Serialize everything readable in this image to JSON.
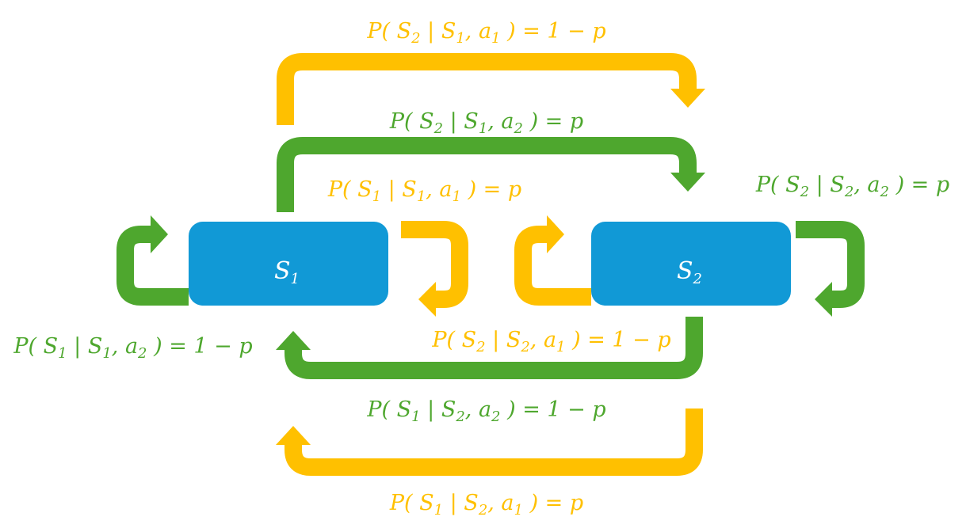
{
  "colors": {
    "state_fill": "#1199D6",
    "action_a1": "#FFC000",
    "action_a2": "#4EA72E",
    "state_text": "#FFFFFF"
  },
  "states": [
    {
      "sym": "S",
      "sub": "1"
    },
    {
      "sym": "S",
      "sub": "2"
    }
  ],
  "transitions": [
    {
      "id": "s2_s1_a1",
      "color": "action_a1",
      "pre": "P( S",
      "s1": "2",
      "mid": " | S",
      "s2": "1",
      "mid2": ", a",
      "s3": "1",
      "post": " ) = 1 − p"
    },
    {
      "id": "s2_s1_a2",
      "color": "action_a2",
      "pre": "P( S",
      "s1": "2",
      "mid": " | S",
      "s2": "1",
      "mid2": ", a",
      "s3": "2",
      "post": " ) = p"
    },
    {
      "id": "s1_s1_a1",
      "color": "action_a1",
      "pre": "P( S",
      "s1": "1",
      "mid": " | S",
      "s2": "1",
      "mid2": ", a",
      "s3": "1",
      "post": " ) = p"
    },
    {
      "id": "s2_s2_a2",
      "color": "action_a2",
      "pre": "P( S",
      "s1": "2",
      "mid": " | S",
      "s2": "2",
      "mid2": ", a",
      "s3": "2",
      "post": " ) = p"
    },
    {
      "id": "s1_s1_a2",
      "color": "action_a2",
      "pre": "P( S",
      "s1": "1",
      "mid": " | S",
      "s2": "1",
      "mid2": ", a",
      "s3": "2",
      "post": " ) = 1 − p"
    },
    {
      "id": "s2_s2_a1",
      "color": "action_a1",
      "pre": "P( S",
      "s1": "2",
      "mid": " | S",
      "s2": "2",
      "mid2": ", a",
      "s3": "1",
      "post": " ) = 1 − p"
    },
    {
      "id": "s1_s2_a2",
      "color": "action_a2",
      "pre": "P( S",
      "s1": "1",
      "mid": " | S",
      "s2": "2",
      "mid2": ", a",
      "s3": "2",
      "post": " ) = 1 − p"
    },
    {
      "id": "s1_s2_a1",
      "color": "action_a1",
      "pre": "P( S",
      "s1": "1",
      "mid": " | S",
      "s2": "2",
      "mid2": ", a",
      "s3": "1",
      "post": " ) = p"
    }
  ]
}
